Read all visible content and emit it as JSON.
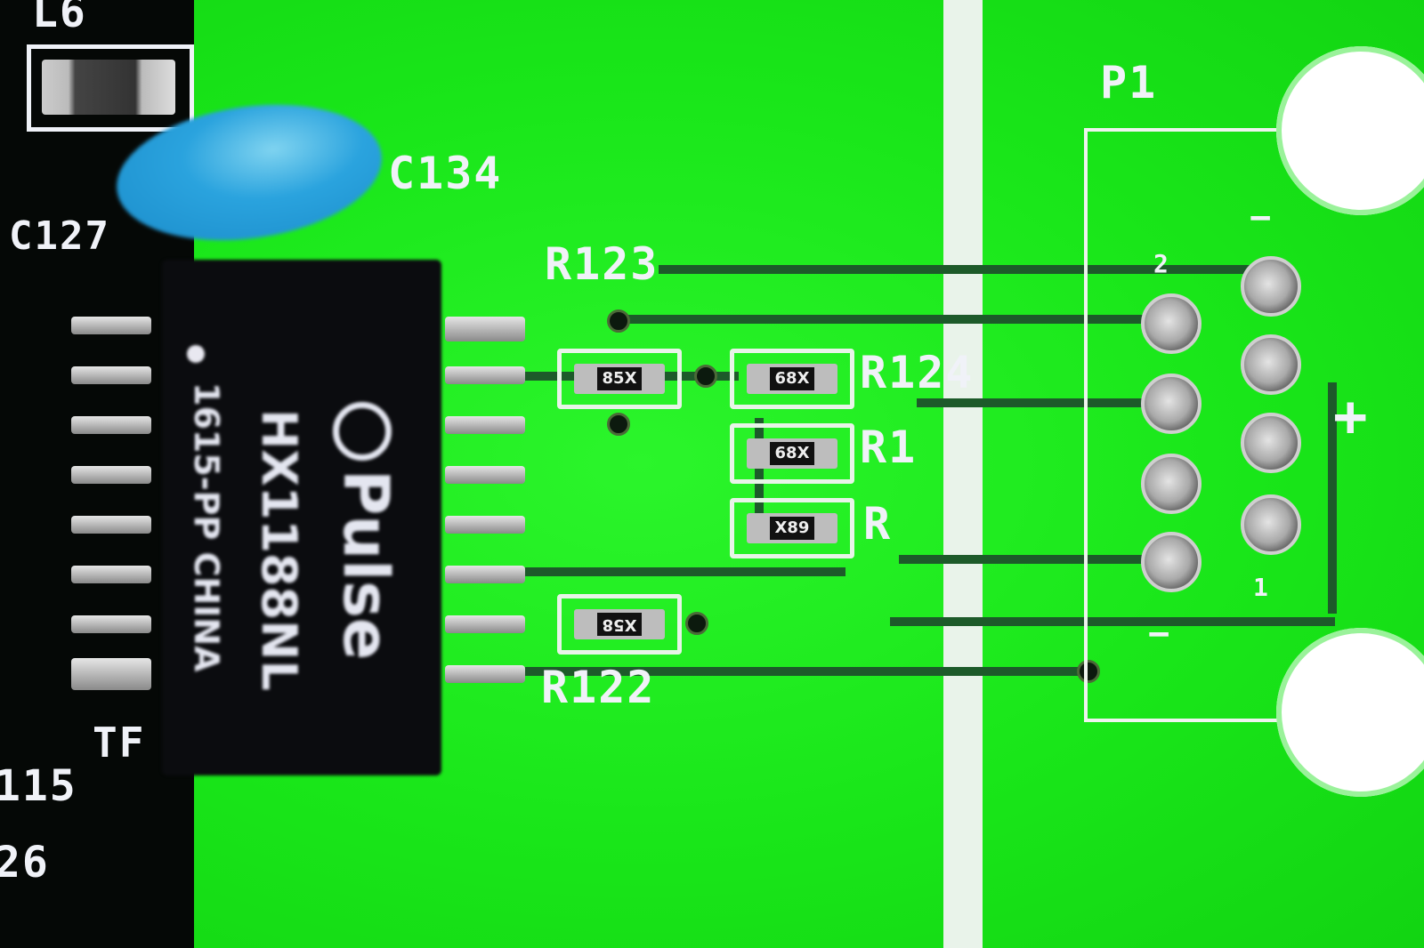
{
  "photo": {
    "subject": "Close-up of a green printed circuit board with an Ethernet magnetics transformer and RJ45 connector footprint",
    "board_colors": {
      "soldermask_green": "#1fe81f",
      "dark_section": "#050806",
      "silkscreen": "#f0f2f8",
      "trace": "#1d5a2a",
      "capacitor_blue": "#2aa3de"
    }
  },
  "silkscreen_labels": {
    "l6": "L6",
    "c134": "C134",
    "c127": "C127",
    "p1": "P1",
    "r123": "R123",
    "r122": "R122",
    "r124": "R124",
    "r1_mid": "R1",
    "r_low": "R",
    "tf": "TF",
    "l115": "115",
    "l26": "26",
    "plus": "+",
    "minus_top": "−",
    "minus_bottom": "−",
    "pin_2": "2",
    "pin_1": "1"
  },
  "transformer_chip": {
    "brand": "Pulse",
    "part_number": "HX1188NL",
    "lot_origin": "1615-PP CHINA",
    "logo_icon": "pulse-logo-icon"
  },
  "resistors": [
    {
      "code": "85X"
    },
    {
      "code": "68X"
    },
    {
      "code": "68X"
    },
    {
      "code": "X89"
    },
    {
      "code": "X58"
    }
  ]
}
